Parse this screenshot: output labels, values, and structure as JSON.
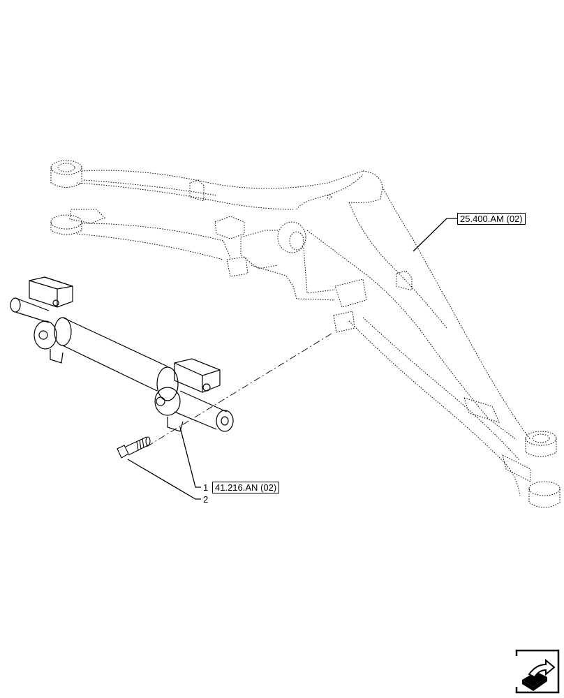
{
  "references": {
    "axle_ref": "25.400.AM (02)",
    "cylinder_ref": "41.216.AN (02)"
  },
  "callouts": {
    "item_1": "1",
    "item_2": "2"
  },
  "icons": {
    "nav": "next-page-arrow-icon"
  },
  "colors": {
    "line": "#000000",
    "background": "#ffffff"
  }
}
